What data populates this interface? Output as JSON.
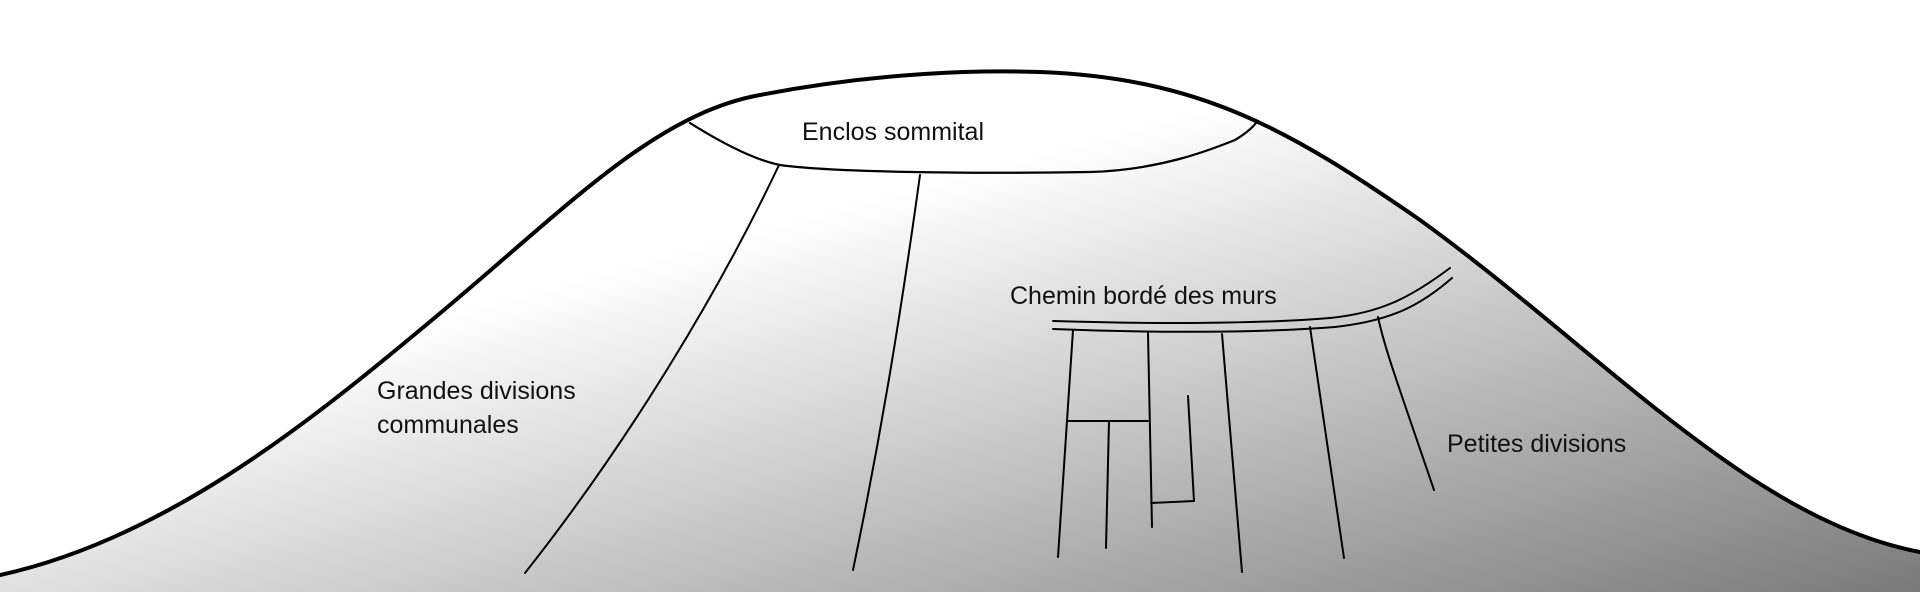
{
  "labels": {
    "summit_enclosure": "Enclos sommital",
    "walled_path": "Chemin bordé des murs",
    "large_divisions_line1": "Grandes divisions",
    "large_divisions_line2": "communales",
    "small_divisions": "Petites divisions"
  },
  "colors": {
    "gradient_light": "#ffffff",
    "gradient_dark": "#7a7a7a",
    "line": "#000000",
    "text": "#111111"
  }
}
